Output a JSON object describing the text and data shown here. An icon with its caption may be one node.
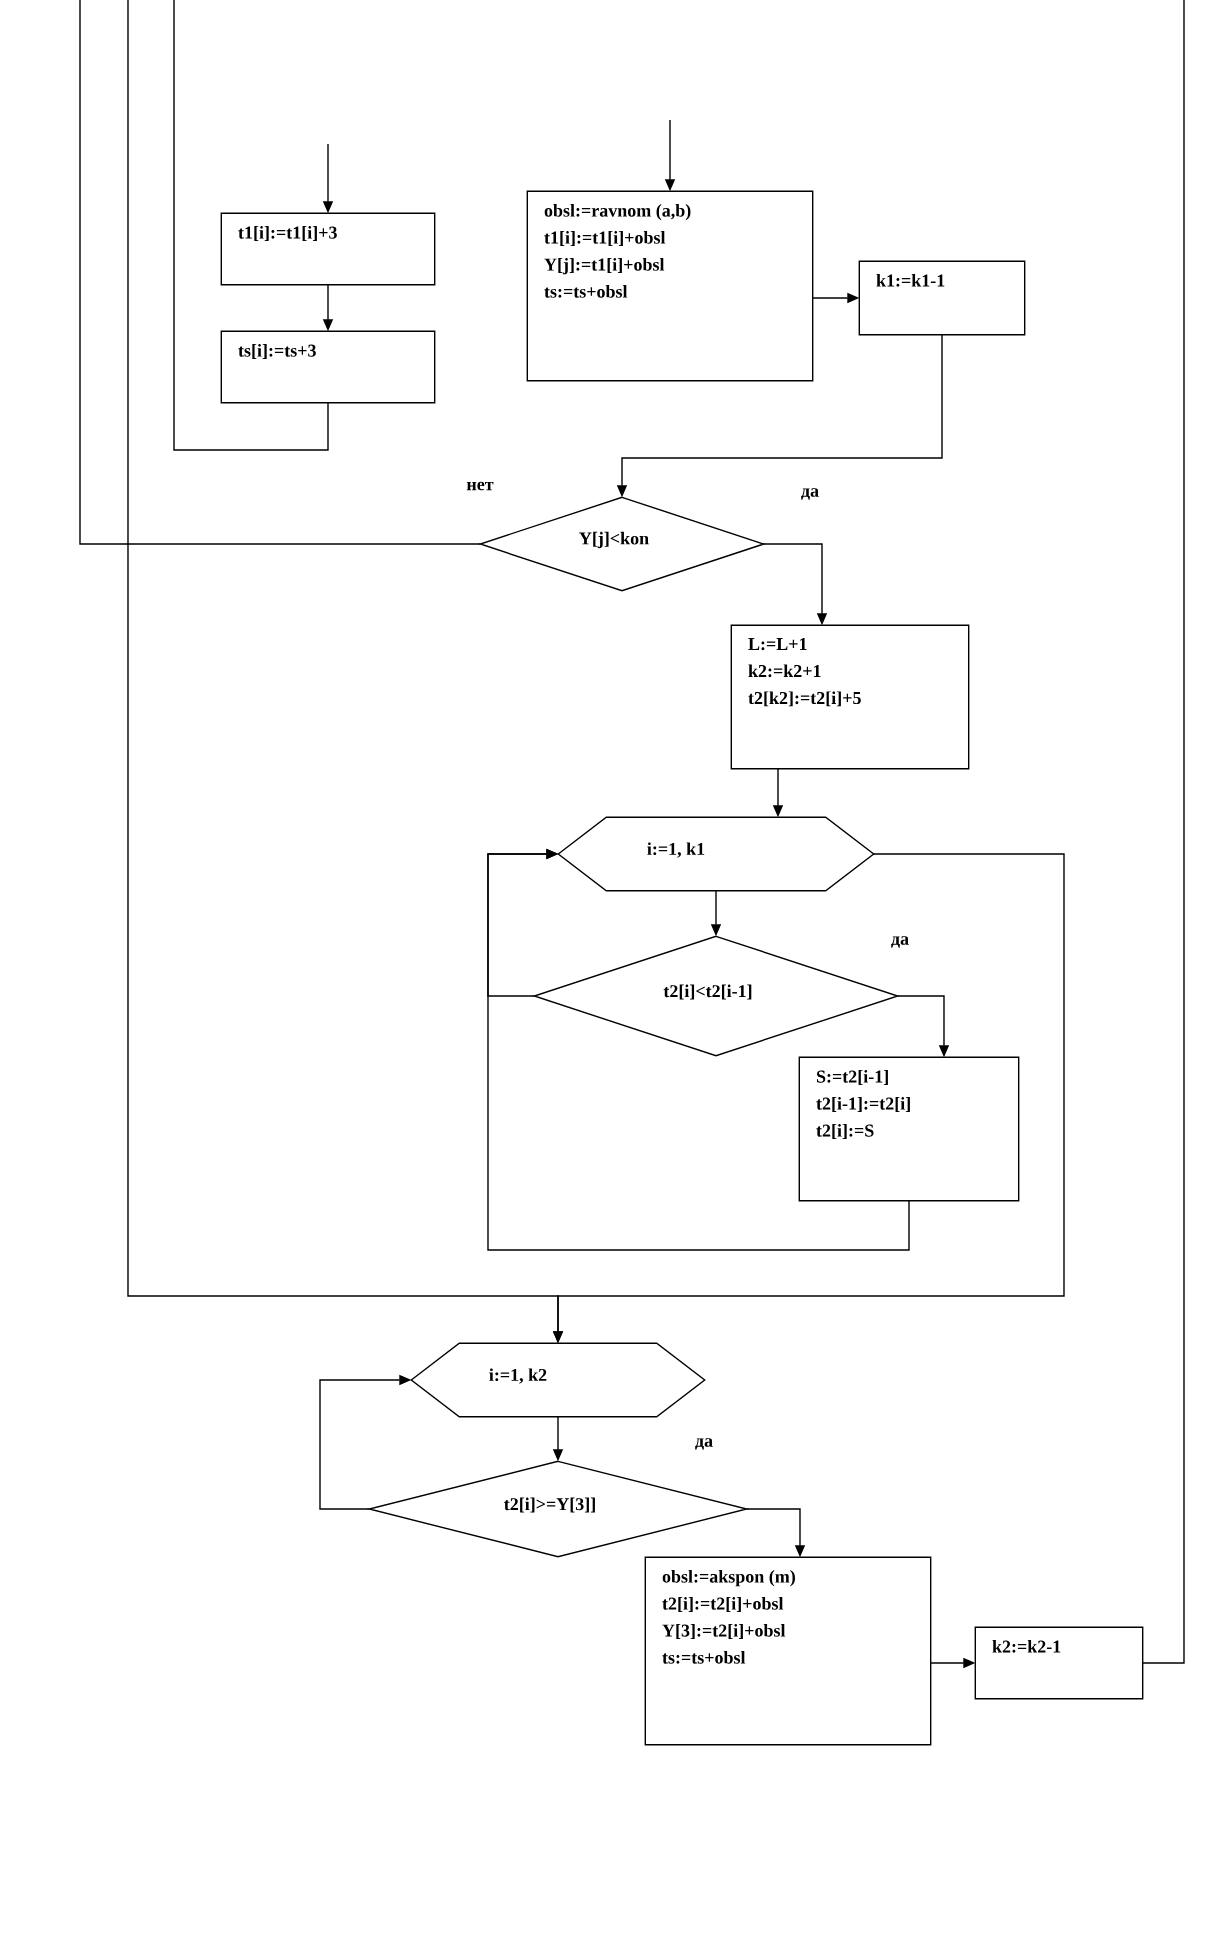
{
  "diagram": {
    "nodes": [
      {
        "text": [
          "t1[i]:=t1[i]+3"
        ]
      },
      {
        "text": [
          "ts[i]:=ts+3"
        ]
      },
      {
        "text": [
          "obsl:=ravnom (a,b)",
          "t1[i]:=t1[i]+obsl",
          "Y[j]:=t1[i]+obsl",
          "ts:=ts+obsl"
        ]
      },
      {
        "text": [
          "k1:=k1-1"
        ]
      },
      {
        "text": [
          "Y[j]<kon"
        ]
      },
      {
        "text": [
          "L:=L+1",
          "k2:=k2+1",
          "t2[k2]:=t2[i]+5"
        ]
      },
      {
        "text": [
          "i:=1, k1"
        ]
      },
      {
        "text": [
          "t2[i]<t2[i-1]"
        ]
      },
      {
        "text": [
          "S:=t2[i-1]",
          "t2[i-1]:=t2[i]",
          "t2[i]:=S"
        ]
      },
      {
        "text": [
          "i:=1, k2"
        ]
      },
      {
        "text": [
          "t2[i]>=Y[3]]"
        ]
      },
      {
        "text": [
          "obsl:=akspon (m)",
          "t2[i]:=t2[i]+obsl",
          "Y[3]:=t2[i]+obsl",
          "ts:=ts+obsl"
        ]
      },
      {
        "text": [
          "k2:=k2-1"
        ]
      }
    ],
    "edges": [
      {
        "from": null,
        "to": 0,
        "arrow": "to"
      },
      {
        "from": 0,
        "to": 1,
        "arrow": "to"
      },
      {
        "from": 1,
        "to": null,
        "arrow": "none"
      },
      {
        "from": null,
        "to": 2,
        "arrow": "to"
      },
      {
        "from": 2,
        "to": 3,
        "arrow": "to"
      },
      {
        "from": 3,
        "to": 4,
        "arrow": "to"
      },
      {
        "from": 4,
        "to": null,
        "arrow": "none",
        "label": "нет"
      },
      {
        "from": 4,
        "to": 5,
        "arrow": "to",
        "label": "да"
      },
      {
        "from": 5,
        "to": 6,
        "arrow": "to"
      },
      {
        "from": 6,
        "to": 7,
        "arrow": "to"
      },
      {
        "from": 7,
        "to": 8,
        "arrow": "to",
        "label": "да"
      },
      {
        "from": 8,
        "to": 6,
        "arrow": "to"
      },
      {
        "from": 7,
        "to": 6,
        "arrow": "to"
      },
      {
        "from": 6,
        "to": 9,
        "arrow": "to"
      },
      {
        "from": null,
        "to": 9,
        "arrow": "to"
      },
      {
        "from": 9,
        "to": 10,
        "arrow": "to"
      },
      {
        "from": 10,
        "to": 9,
        "arrow": "to"
      },
      {
        "from": 10,
        "to": 11,
        "arrow": "to",
        "label": "да"
      },
      {
        "from": 11,
        "to": 12,
        "arrow": "to"
      },
      {
        "from": 12,
        "to": null,
        "arrow": "none"
      }
    ]
  }
}
